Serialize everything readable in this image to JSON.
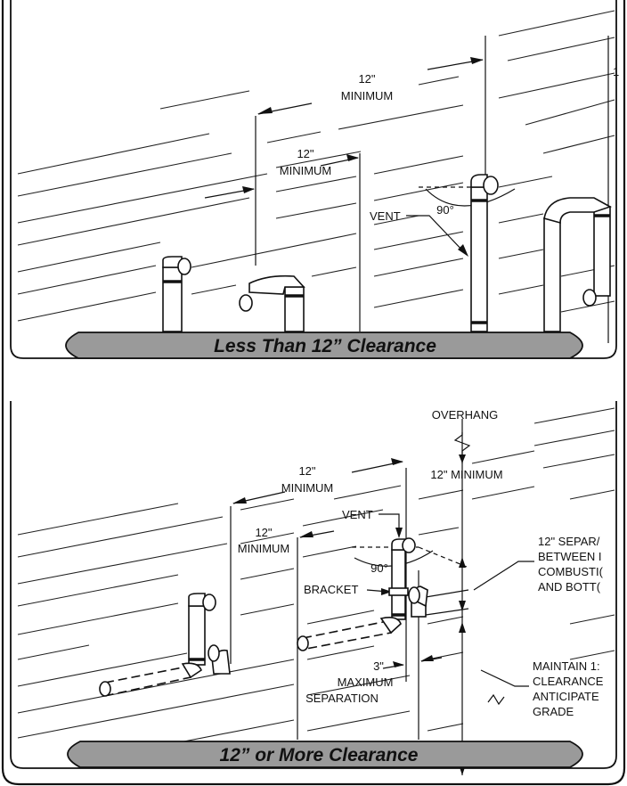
{
  "top_panel": {
    "banner": "Less Than 12” Clearance",
    "labels": {
      "dim_upper_a": "12\"",
      "dim_upper_b": "MINIMUM",
      "dim_left_a": "12\"",
      "dim_left_b": "MINIMUM",
      "vent": "VENT",
      "angle": "90°",
      "edge_cut": "1"
    }
  },
  "bottom_panel": {
    "banner": "12” or More Clearance",
    "labels": {
      "overhang": "OVERHANG",
      "dim_upper_a": "12\"",
      "dim_upper_b": "MINIMUM",
      "dim_right": "12\" MINIMUM",
      "dim_left_a": "12\"",
      "dim_left_b": "MINIMUM",
      "vent": "VENT",
      "angle": "90°",
      "bracket": "BRACKET",
      "max_sep_a": "3\"",
      "max_sep_b": "MAXIMUM",
      "max_sep_c": "SEPARATION",
      "sep_1": "12\" SEPAR/",
      "sep_2": "BETWEEN I",
      "sep_3": "COMBUSTI(",
      "sep_4": "AND BOTT(",
      "grade_1": "MAINTAIN 1:",
      "grade_2": "CLEARANCE",
      "grade_3": "ANTICIPATE",
      "grade_4": "GRADE"
    }
  }
}
